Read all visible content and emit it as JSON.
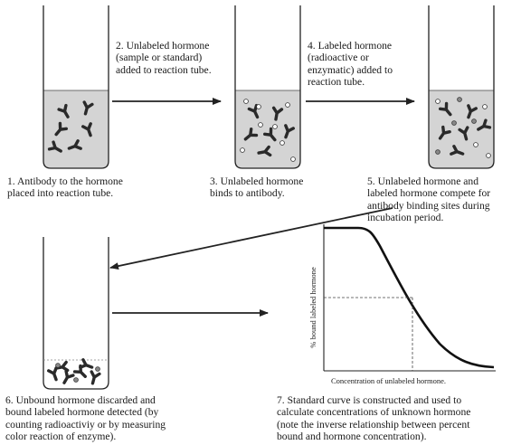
{
  "steps": [
    {
      "number": "1.",
      "text": "Antibody to the hormone\nplaced into reaction tube."
    },
    {
      "number": "2.",
      "text": "Unlabeled hormone\n(sample or standard)\nadded to reaction tube."
    },
    {
      "number": "3.",
      "text": "Unlabeled hormone\nbinds to antibody."
    },
    {
      "number": "4.",
      "text": "Labeled hormone\n(radioactive or\nenzymatic) added to\nreaction tube."
    },
    {
      "number": "5.",
      "text": "Unlabeled hormone and\nlabeled hormone compete for\nantibody binding sites during\nincubation period."
    },
    {
      "number": "6.",
      "text": "Unbound hormone discarded and\nbound labeled hormone detected (by\ncounting radioactiviy or by measuring\ncolor reaction of enzyme)."
    },
    {
      "number": "7.",
      "text": "Standard curve is constructed and used to\ncalculate concentrations of unknown hormone\n(note the inverse relationship between percent\nbound and hormone concentration)."
    }
  ],
  "standard_curve": {
    "xlabel": "Concentration of unlabeled hormone.",
    "ylabel": "% bound labeled hormone"
  },
  "colors": {
    "liquid": "#d4d4d4",
    "stroke": "#222222",
    "antibody": "#2a2a2a"
  }
}
